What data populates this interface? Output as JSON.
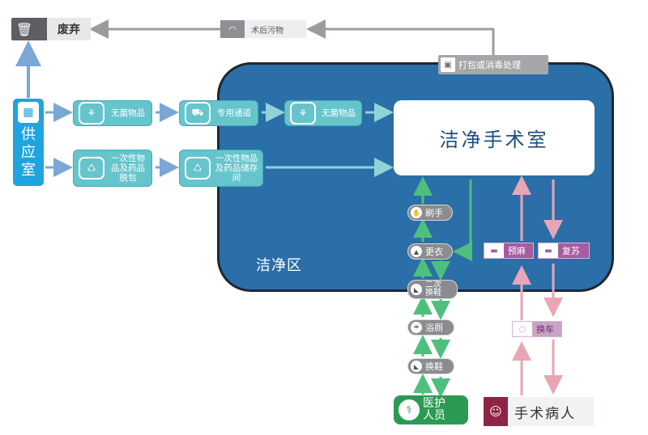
{
  "diagram": {
    "nodes": {
      "discard": {
        "label": "废弃",
        "icon": "trash-icon"
      },
      "post_op_waste": {
        "label": "术后污物",
        "icon": "waste-bin-icon"
      },
      "pack_disinfect": {
        "label": "打包或消毒处理",
        "icon": "package-icon"
      },
      "supply_room": {
        "label": "供应室",
        "icon": "boxes-icon"
      },
      "sterile_items_1": {
        "label": "无菌物品",
        "icon": "sterile-icon"
      },
      "dedicated_channel": {
        "label": "专用通道",
        "icon": "cart-icon"
      },
      "sterile_items_2": {
        "label": "无菌物品",
        "icon": "sterile-icon"
      },
      "disposable_unpack": {
        "label": "一次性物品及药品脱包",
        "icon": "recycle-icon"
      },
      "disposable_storage": {
        "label": "一次性物品及药品储存间",
        "icon": "recycle-icon"
      },
      "or_room": {
        "label": "洁净手术室"
      },
      "clean_zone": {
        "label": "洁净区"
      },
      "scrub_hands": {
        "label": "刷手",
        "icon": "hand-icon"
      },
      "change_clothes": {
        "label": "更衣",
        "icon": "shirt-icon"
      },
      "second_shoe_change": {
        "label": "二次换鞋",
        "icon": "shoe-icon"
      },
      "bath": {
        "label": "浴厕",
        "icon": "shower-icon"
      },
      "change_shoes": {
        "label": "换鞋",
        "icon": "shoe-icon"
      },
      "medical_staff": {
        "label": "医护人员",
        "icon": "doctor-icon"
      },
      "pre_anesthesia": {
        "label": "预麻",
        "icon": "bed-icon"
      },
      "recovery": {
        "label": "复苏",
        "icon": "bed-icon"
      },
      "change_vehicle": {
        "label": "换车",
        "icon": "stretcher-icon"
      },
      "surgical_patient": {
        "label": "手术病人",
        "icon": "patient-icon"
      }
    }
  },
  "colors": {
    "clean_zone": "#2a6fa7",
    "item_flow": "#66c4cc",
    "staff_flow": "#2c9a53",
    "patient_flow": "#a55ca0",
    "patient_arrow": "#e8a6b4",
    "waste_flow": "#9a9c9f",
    "supply": "#1fa4df"
  }
}
